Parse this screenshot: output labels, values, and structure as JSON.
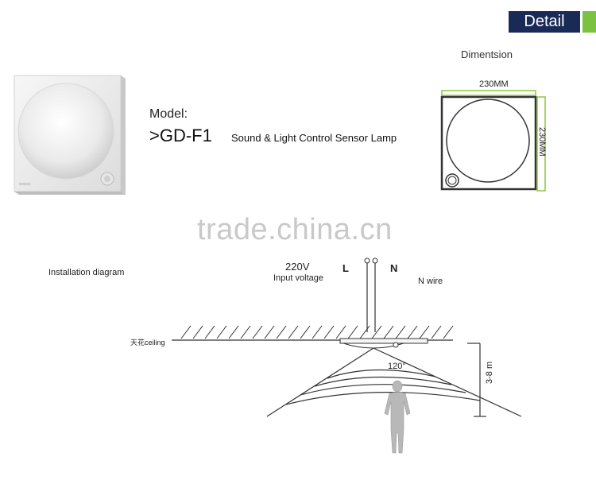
{
  "header": {
    "detail_label": "Detail",
    "accent_color": "#7cc242",
    "tab_color": "#1a2a57"
  },
  "product": {
    "model_label": "Model:",
    "model_code": ">GD-F1",
    "description": "Sound & Light Control Sensor Lamp"
  },
  "dimension": {
    "title": "Dimentsion",
    "width_label": "230MM",
    "height_label": "230MM",
    "dim_color": "#8dc63f"
  },
  "watermark": {
    "text": "trade.china.cn"
  },
  "installation": {
    "title": "Installation diagram",
    "voltage": "220V",
    "voltage_sub": "Input voltage",
    "live": "L",
    "neutral": "N",
    "neutral_wire": "N wire",
    "ceiling": "天花ceiling",
    "angle": "120°",
    "height": "3-8 m"
  }
}
